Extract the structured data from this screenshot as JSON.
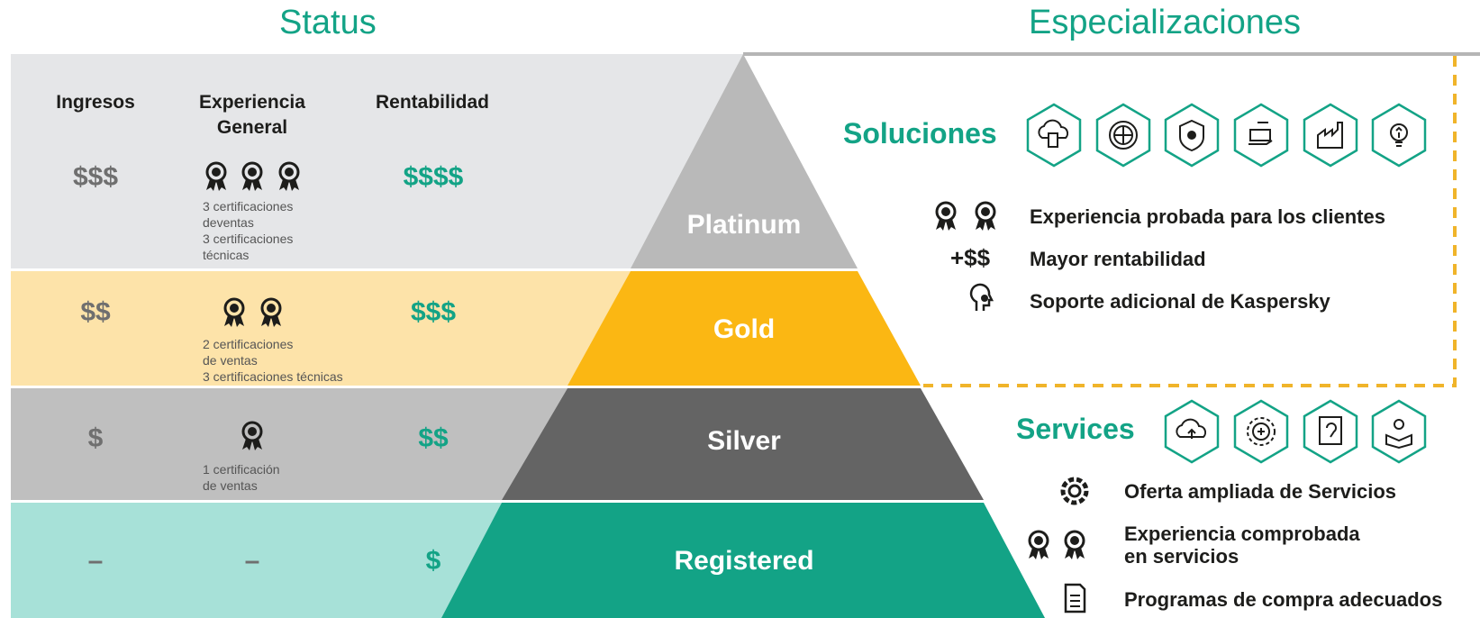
{
  "headings": {
    "status": "Status",
    "specializations": "Especializaciones"
  },
  "columns": {
    "income": "Ingresos",
    "experience": "Experiencia General",
    "profitability": "Rentabilidad"
  },
  "tiers": {
    "platinum": {
      "name": "Platinum",
      "income": "$$$",
      "profit": "$$$$",
      "awards": 3,
      "note": [
        "3 certificaciones",
        "deventas",
        "3 certificaciones",
        "técnicas"
      ]
    },
    "gold": {
      "name": "Gold",
      "income": "$$",
      "profit": "$$$",
      "awards": 2,
      "note": [
        "2 certificaciones",
        "de ventas",
        "3 certificaciones técnicas"
      ]
    },
    "silver": {
      "name": "Silver",
      "income": "$",
      "profit": "$$",
      "awards": 1,
      "note": [
        "1 certificación",
        "de ventas"
      ]
    },
    "registered": {
      "name": "Registered",
      "income": "–",
      "experience": "–",
      "profit": "$"
    }
  },
  "solutions": {
    "title": "Soluciones",
    "icons": [
      "cloud-server-icon",
      "globe-shield-icon",
      "shield-chip-icon",
      "money-hand-icon",
      "factory-icon",
      "lightbulb-icon"
    ],
    "items": [
      {
        "icon": "double-award-icon",
        "prefix": "",
        "text": "Experiencia probada para los clientes"
      },
      {
        "icon": "",
        "prefix": "+$$",
        "text": "Mayor rentabilidad"
      },
      {
        "icon": "support-head-icon",
        "prefix": "",
        "text": "Soporte adicional de Kaspersky"
      }
    ]
  },
  "services": {
    "title": "Services",
    "icons": [
      "cloud-upload-icon",
      "target-search-icon",
      "document-certificate-icon",
      "person-book-icon"
    ],
    "items": [
      {
        "icon": "gear-check-icon",
        "text": "Oferta ampliada de Servicios"
      },
      {
        "icon": "double-award-icon",
        "text": "Experiencia comprobada\nen servicios"
      },
      {
        "icon": "document-icon",
        "text": "Programas de compra adecuados"
      }
    ]
  },
  "colors": {
    "teal": "#13a386",
    "gold": "#fbb713",
    "silver": "#646464",
    "platinum": "#b9b9b9",
    "band_platinum": "#e5e6e8",
    "band_gold": "#fde3a9",
    "band_silver": "#bfbfbf",
    "band_registered": "#a7e1d8",
    "dash": "#f0b42a"
  }
}
